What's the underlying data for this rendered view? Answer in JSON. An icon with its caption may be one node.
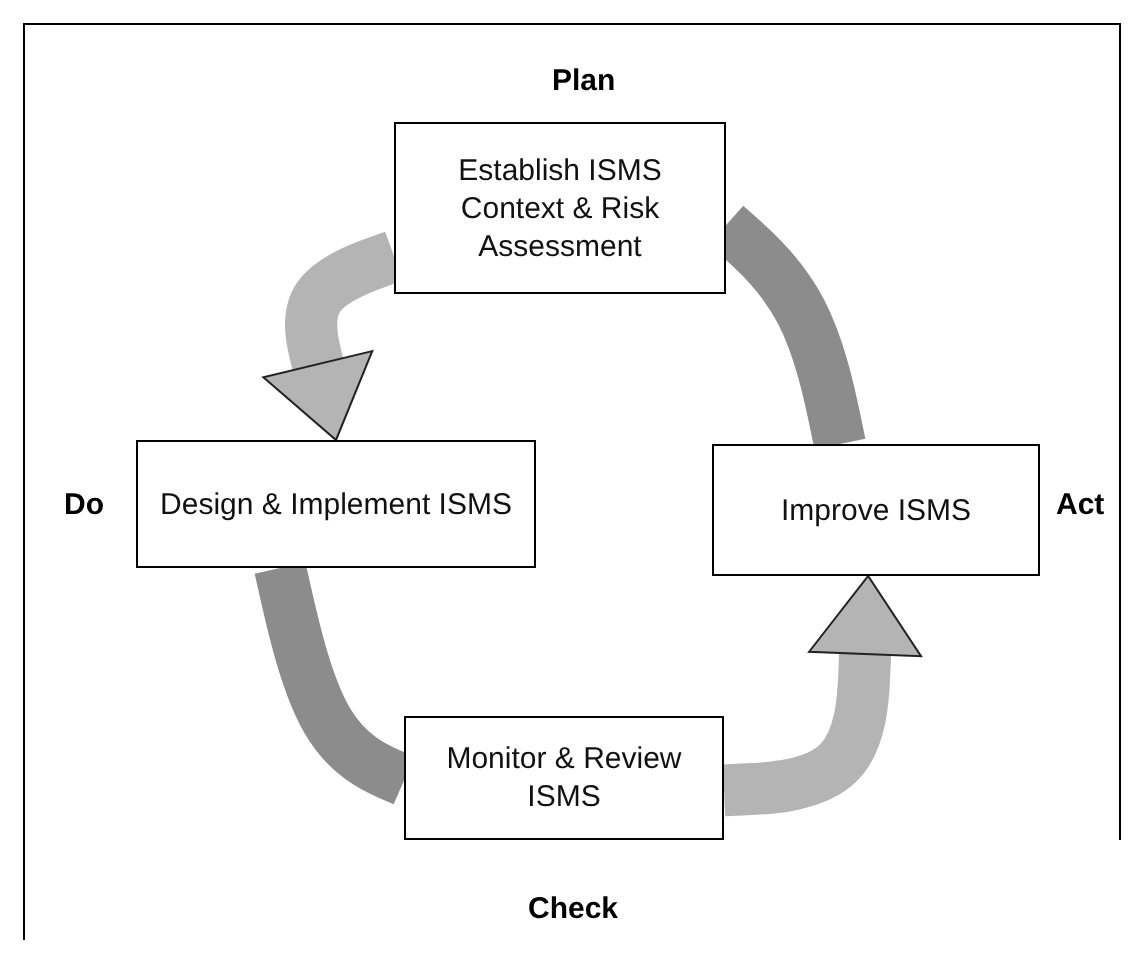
{
  "diagram": {
    "nodes": [
      {
        "text": [
          "Establish ISMS Context & Risk Assessment"
        ],
        "beside": [
          "Plan"
        ]
      },
      {
        "text": [
          "Design & Implement ISMS"
        ],
        "beside": [
          "Do"
        ]
      },
      {
        "text": [
          "Improve ISMS"
        ],
        "beside": [
          "Act"
        ]
      },
      {
        "text": [
          "Monitor & Review ISMS"
        ],
        "beside": [
          "Check"
        ]
      }
    ],
    "edges": [
      {
        "from": 0,
        "to": 1,
        "arrow": "to"
      },
      {
        "from": 1,
        "to": 3,
        "arrow": "none",
        "color": "#8c8c8c"
      },
      {
        "from": 3,
        "to": 2,
        "arrow": "to"
      },
      {
        "from": 2,
        "to": 0,
        "arrow": "none",
        "color": "#8c8c8c"
      }
    ]
  }
}
